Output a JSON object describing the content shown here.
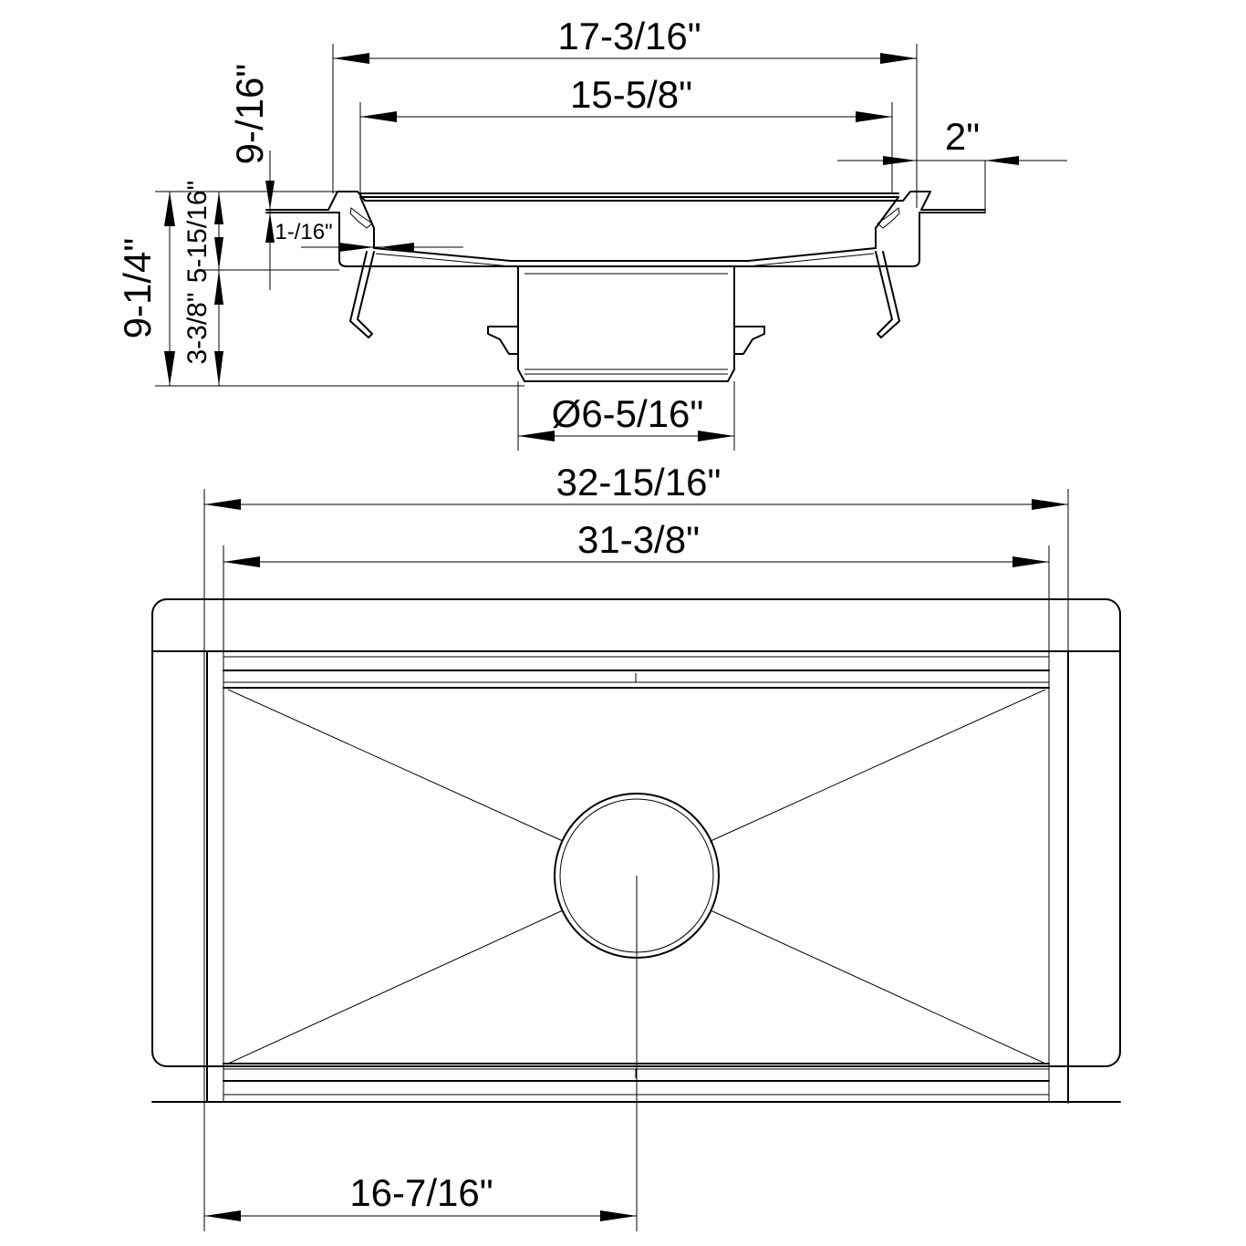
{
  "dimensions": {
    "d_17_3_16": "17-3/16\"",
    "d_15_5_8": "15-5/8\"",
    "d_2": "2\"",
    "d_9_16": "9-/16\"",
    "d_1_16": "1-/16\"",
    "d_9_1_4": "9-1/4\"",
    "d_5_15_16": "5-15/16\"",
    "d_3_3_8": "3-3/8\"",
    "d_dia": "Ø6-5/16\"",
    "d_32_15_16": "32-15/16\"",
    "d_31_3_8": "31-3/8\"",
    "d_16_7_16": "16-7/16\""
  }
}
